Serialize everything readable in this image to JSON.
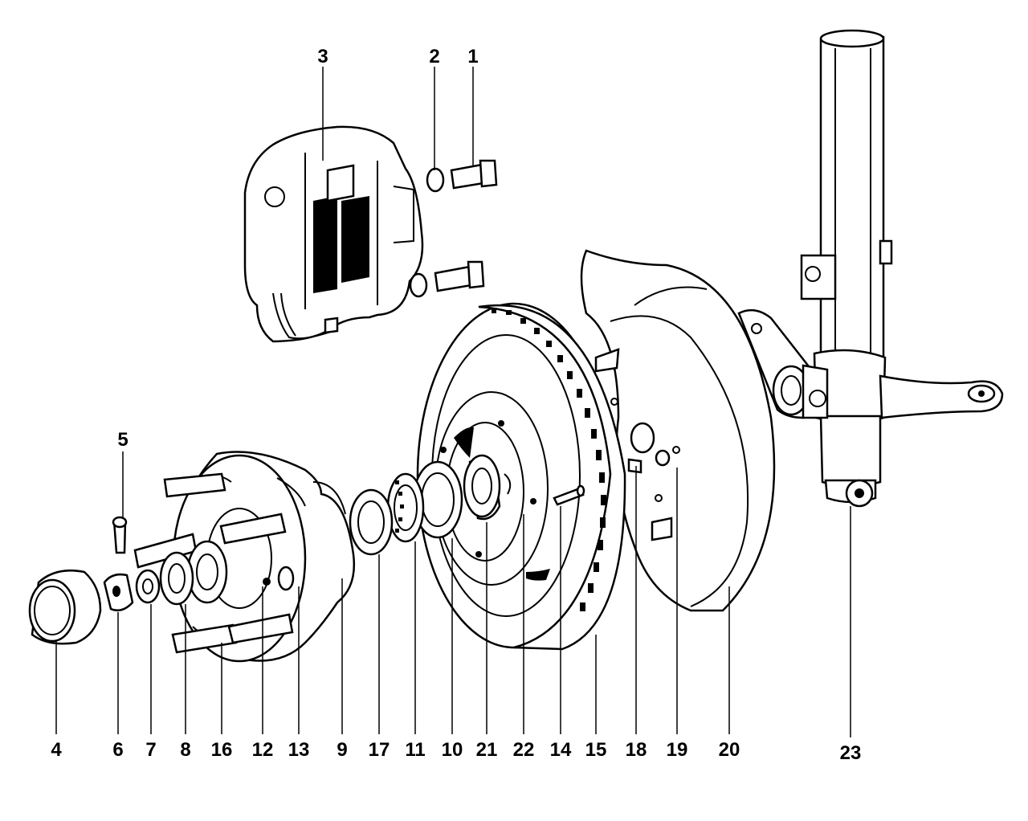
{
  "callouts": [
    {
      "id": "1",
      "text": "1"
    },
    {
      "id": "2",
      "text": "2"
    },
    {
      "id": "3",
      "text": "3"
    },
    {
      "id": "4",
      "text": "4"
    },
    {
      "id": "5",
      "text": "5"
    },
    {
      "id": "6",
      "text": "6"
    },
    {
      "id": "7",
      "text": "7"
    },
    {
      "id": "8",
      "text": "8"
    },
    {
      "id": "16",
      "text": "16"
    },
    {
      "id": "12",
      "text": "12"
    },
    {
      "id": "13",
      "text": "13"
    },
    {
      "id": "9",
      "text": "9"
    },
    {
      "id": "17",
      "text": "17"
    },
    {
      "id": "11",
      "text": "11"
    },
    {
      "id": "10",
      "text": "10"
    },
    {
      "id": "21",
      "text": "21"
    },
    {
      "id": "22",
      "text": "22"
    },
    {
      "id": "14",
      "text": "14"
    },
    {
      "id": "15",
      "text": "15"
    },
    {
      "id": "18",
      "text": "18"
    },
    {
      "id": "19",
      "text": "19"
    },
    {
      "id": "20",
      "text": "20"
    },
    {
      "id": "23",
      "text": "23"
    }
  ]
}
